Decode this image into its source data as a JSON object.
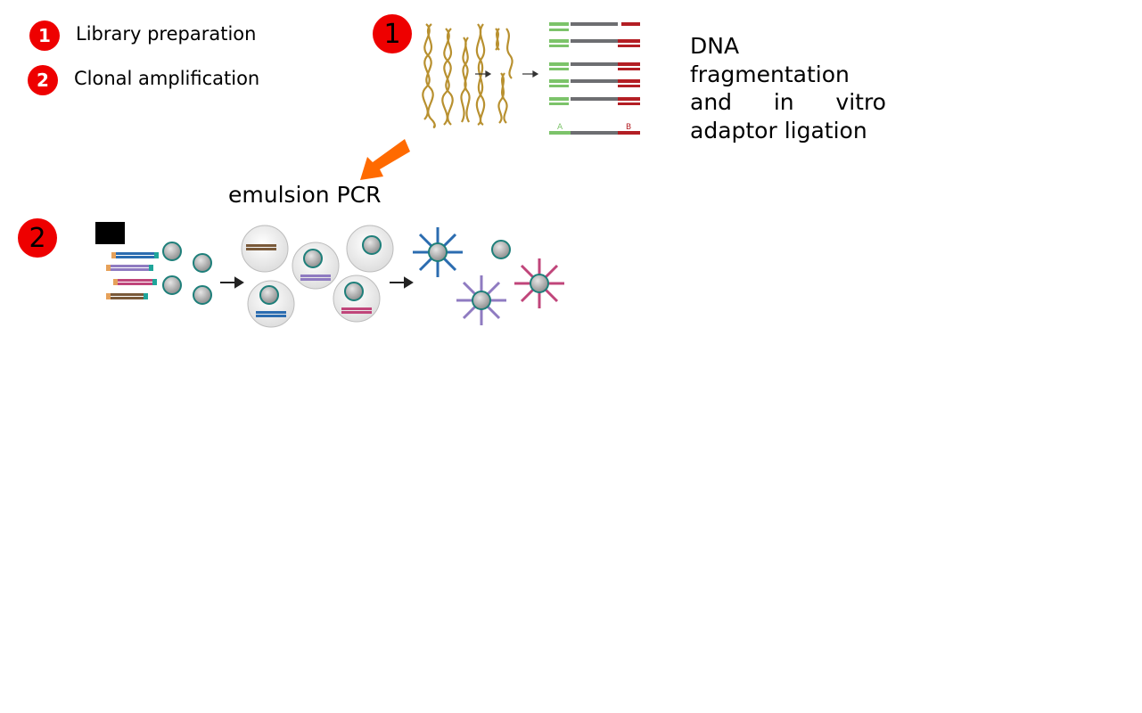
{
  "legend": {
    "items": [
      {
        "number": "1",
        "label": "Library preparation"
      },
      {
        "number": "2",
        "label": "Clonal amplification"
      }
    ]
  },
  "step1": {
    "number": "1",
    "description_lines": [
      "DNA",
      "fragmentation",
      "and in vitro",
      "adaptor ligation"
    ],
    "adaptor_a": "A",
    "adaptor_b": "B"
  },
  "step2": {
    "number": "2",
    "label": "emulsion PCR"
  },
  "colors": {
    "badge": "#ee0000",
    "arrow": "#ff6a00",
    "adaptor_a": "#7cc36a",
    "adaptor_b": "#b31e24",
    "fragment": "#6d6e71",
    "dna": "#b8902f",
    "bead": "#a9a9a9",
    "bead_spike": "#1e7f7a"
  }
}
